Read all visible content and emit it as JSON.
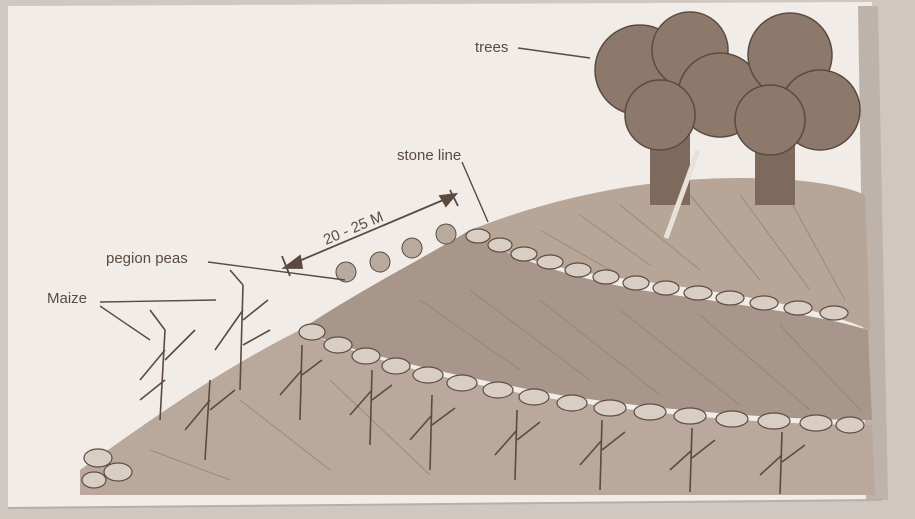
{
  "labels": {
    "trees": "trees",
    "stone_line": "stone line",
    "distance": "20 - 25 M",
    "pigeon_peas": "pegion peas",
    "maize": "Maize"
  },
  "colors": {
    "paper": "#f1ece7",
    "ink": "#5a4a40",
    "sepia_dark": "#6f5b4e",
    "sepia_mid": "#9a877a",
    "sepia_light": "#c2b3a6"
  }
}
